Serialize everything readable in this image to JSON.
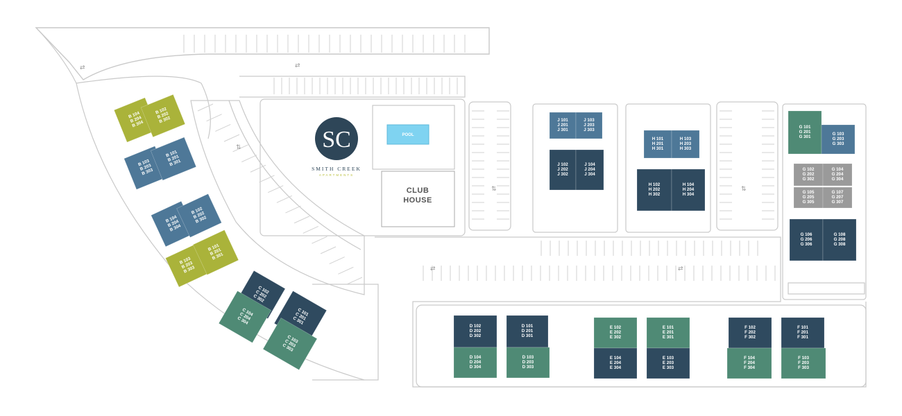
{
  "logo": {
    "monogram": "SC",
    "name": "SMITH CREEK",
    "subtitle": "APARTMENTS"
  },
  "amenities": {
    "pool_label": "POOL",
    "clubhouse_line1": "CLUB",
    "clubhouse_line2": "HOUSE"
  },
  "colors": {
    "navy": "#2f4a5f",
    "blue": "#4e7898",
    "teal": "#4f8a75",
    "olive": "#aab33a",
    "gray": "#9a9a9a",
    "pool": "#7fd3f1"
  },
  "buildings": {
    "B_top_left": [
      "B 104",
      "B 204",
      "B 304"
    ],
    "B_top_right": [
      "B 102",
      "B 202",
      "B 302"
    ],
    "B2_left": [
      "B 103",
      "B 203",
      "B 303"
    ],
    "B2_right": [
      "B 101",
      "B 201",
      "B 301"
    ],
    "B3_left": [
      "B 104",
      "B 204",
      "B 304"
    ],
    "B3_right": [
      "B 102",
      "B 202",
      "B 302"
    ],
    "B4_left": [
      "B 103",
      "B 203",
      "B 303"
    ],
    "B4_right": [
      "B 101",
      "B 201",
      "B 301"
    ],
    "C_a": [
      "C 102",
      "C 202",
      "C 302"
    ],
    "C_b": [
      "C 104",
      "C 204",
      "C 304"
    ],
    "C_c": [
      "C 101",
      "C 201",
      "C 301"
    ],
    "C_d": [
      "C 103",
      "C 203",
      "C 303"
    ],
    "J_tl": [
      "J 101",
      "J 201",
      "J 301"
    ],
    "J_tr": [
      "J 103",
      "J 203",
      "J 303"
    ],
    "J_bl": [
      "J 102",
      "J 202",
      "J 302"
    ],
    "J_br": [
      "J 104",
      "J 204",
      "J 304"
    ],
    "H_tl": [
      "H 101",
      "H 201",
      "H 301"
    ],
    "H_tr": [
      "H 103",
      "H 203",
      "H 303"
    ],
    "H_bl": [
      "H 102",
      "H 202",
      "H 302"
    ],
    "H_br": [
      "H 104",
      "H 204",
      "H 304"
    ],
    "G1_l": [
      "G 101",
      "G 201",
      "G 301"
    ],
    "G1_r": [
      "G 103",
      "G 203",
      "G 303"
    ],
    "G2_l": [
      "G 102",
      "G 202",
      "G 302"
    ],
    "G2_r": [
      "G 104",
      "G 204",
      "G 304"
    ],
    "G3_l": [
      "G 105",
      "G 205",
      "G 305"
    ],
    "G3_r": [
      "G 107",
      "G 207",
      "G 307"
    ],
    "G4_l": [
      "G 106",
      "G 206",
      "G 306"
    ],
    "G4_r": [
      "G 108",
      "G 208",
      "G 308"
    ],
    "D_tl": [
      "D 102",
      "D 202",
      "D 302"
    ],
    "D_tr": [
      "D 101",
      "D 201",
      "D 301"
    ],
    "D_bl": [
      "D 104",
      "D 204",
      "D 304"
    ],
    "D_br": [
      "D 103",
      "D 203",
      "D 303"
    ],
    "E_tl": [
      "E 102",
      "E 202",
      "E 302"
    ],
    "E_tr": [
      "E 101",
      "E 201",
      "E 301"
    ],
    "E_bl": [
      "E 104",
      "E 204",
      "E 304"
    ],
    "E_br": [
      "E 103",
      "E 203",
      "E 303"
    ],
    "F_tl": [
      "F 102",
      "F 202",
      "F 302"
    ],
    "F_tr": [
      "F 101",
      "F 201",
      "F 301"
    ],
    "F_bl": [
      "F 104",
      "F 204",
      "F 304"
    ],
    "F_br": [
      "F 103",
      "F 203",
      "F 303"
    ]
  }
}
